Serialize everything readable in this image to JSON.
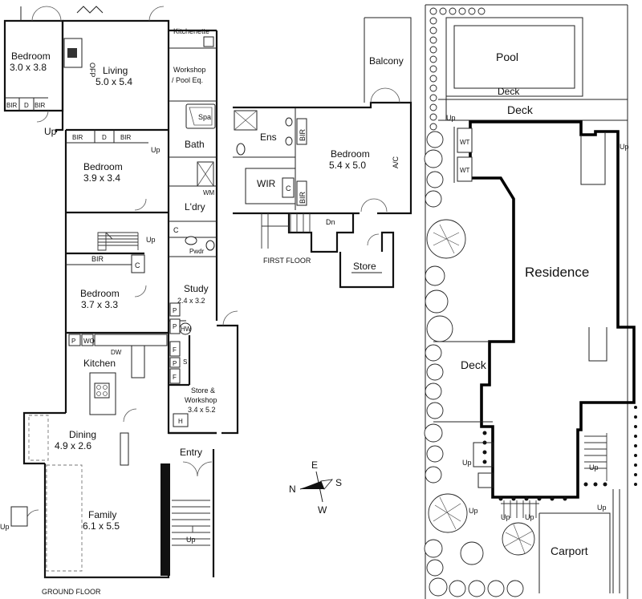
{
  "ground_floor": {
    "caption": "GROUND FLOOR",
    "rooms": {
      "bedroom1": {
        "name": "Bedroom",
        "dims": "3.0 x 3.8"
      },
      "living": {
        "name": "Living",
        "dims": "5.0 x 5.4"
      },
      "kitchenette": {
        "name": "Kitchenette"
      },
      "workshop_pool": {
        "name": "Workshop / Pool Eq.",
        "line1": "Workshop",
        "line2": "/ Pool Eq."
      },
      "spa": {
        "name": "Spa"
      },
      "bath": {
        "name": "Bath"
      },
      "bedroom2": {
        "name": "Bedroom",
        "dims": "3.9 x 3.4"
      },
      "laundry": {
        "name": "L'dry"
      },
      "bedroom3": {
        "name": "Bedroom",
        "dims": "3.7 x 3.3"
      },
      "powder": {
        "name": "Pwdr"
      },
      "study": {
        "name": "Study",
        "dims": "2.4 x 3.2"
      },
      "kitchen": {
        "name": "Kitchen"
      },
      "store_workshop": {
        "name": "Store & Workshop",
        "line1": "Store &",
        "line2": "Workshop",
        "dims": "3.4 x 5.2"
      },
      "dining": {
        "name": "Dining",
        "dims": "4.9 x 2.6"
      },
      "entry": {
        "name": "Entry"
      },
      "family": {
        "name": "Family",
        "dims": "6.1 x 5.5"
      }
    },
    "fixtures": {
      "ofp": "OFP",
      "bir": "BIR",
      "d": "D",
      "c": "C",
      "wm": "WM",
      "wo": "WO",
      "dw": "DW",
      "p": "P",
      "f": "F",
      "s": "S",
      "hw": "HW",
      "h": "H"
    },
    "up": "Up"
  },
  "first_floor": {
    "caption": "FIRST FLOOR",
    "rooms": {
      "balcony": {
        "name": "Balcony"
      },
      "ensuite": {
        "name": "Ens"
      },
      "bedroom": {
        "name": "Bedroom",
        "dims": "5.4 x 5.0"
      },
      "wir": {
        "name": "WIR"
      },
      "store": {
        "name": "Store"
      }
    },
    "fixtures": {
      "bir": "BIR",
      "c": "C",
      "ac": "A/C",
      "dn": "Dn"
    }
  },
  "compass": {
    "n": "N",
    "e": "E",
    "s": "S",
    "w": "W"
  },
  "site_plan": {
    "pool": "Pool",
    "deck_pool": "Deck",
    "deck_upper": "Deck",
    "residence": "Residence",
    "deck_side": "Deck",
    "carport": "Carport",
    "wt": "WT",
    "up": "Up"
  }
}
